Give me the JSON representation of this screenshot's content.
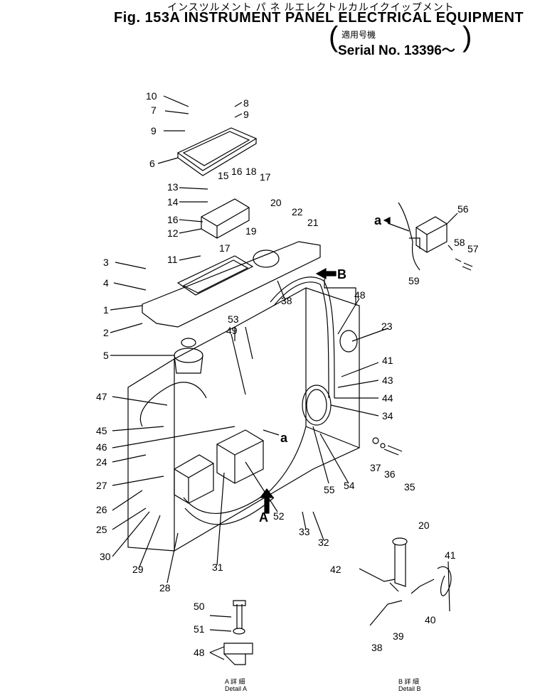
{
  "header": {
    "title_jp": "インスツルメント パ ネ ルエレクトルカルイクイップメント",
    "title_en": "Fig. 153A INSTRUMENT PANEL ELECTRICAL EQUIPMENT",
    "serial_jp": "適用号機",
    "serial_en": "Serial No. 13396～"
  },
  "details": {
    "a_jp": "A 詳 細",
    "a_en": "Detail A",
    "b_jp": "B 詳 細",
    "b_en": "Detail B"
  },
  "markers": {
    "a": "a",
    "b": "B",
    "A": "A"
  },
  "callouts": {
    "c1": "1",
    "c2": "2",
    "c3": "3",
    "c4": "4",
    "c5": "5",
    "c6": "6",
    "c7": "7",
    "c8": "8",
    "c9a": "9",
    "c9b": "9",
    "c10": "10",
    "c11": "11",
    "c12": "12",
    "c13": "13",
    "c14": "14",
    "c15": "15",
    "c16a": "16",
    "c16b": "16",
    "c17a": "17",
    "c17b": "17",
    "c18": "18",
    "c19": "19",
    "c20a": "20",
    "c20b": "20",
    "c21": "21",
    "c22": "22",
    "c23": "23",
    "c24": "24",
    "c25": "25",
    "c26": "26",
    "c27": "27",
    "c28": "28",
    "c29": "29",
    "c30": "30",
    "c31": "31",
    "c32": "32",
    "c33": "33",
    "c34": "34",
    "c35": "35",
    "c36": "36",
    "c37": "37",
    "c38a": "38",
    "c38b": "38",
    "c39": "39",
    "c40": "40",
    "c41a": "41",
    "c41b": "41",
    "c42": "42",
    "c43": "43",
    "c44": "44",
    "c45": "45",
    "c46": "46",
    "c47": "47",
    "c48a": "48",
    "c48b": "48",
    "c49": "49",
    "c50": "50",
    "c51": "51",
    "c52": "52",
    "c53": "53",
    "c54": "54",
    "c55": "55",
    "c56": "56",
    "c57": "57",
    "c58": "58",
    "c59": "59"
  }
}
